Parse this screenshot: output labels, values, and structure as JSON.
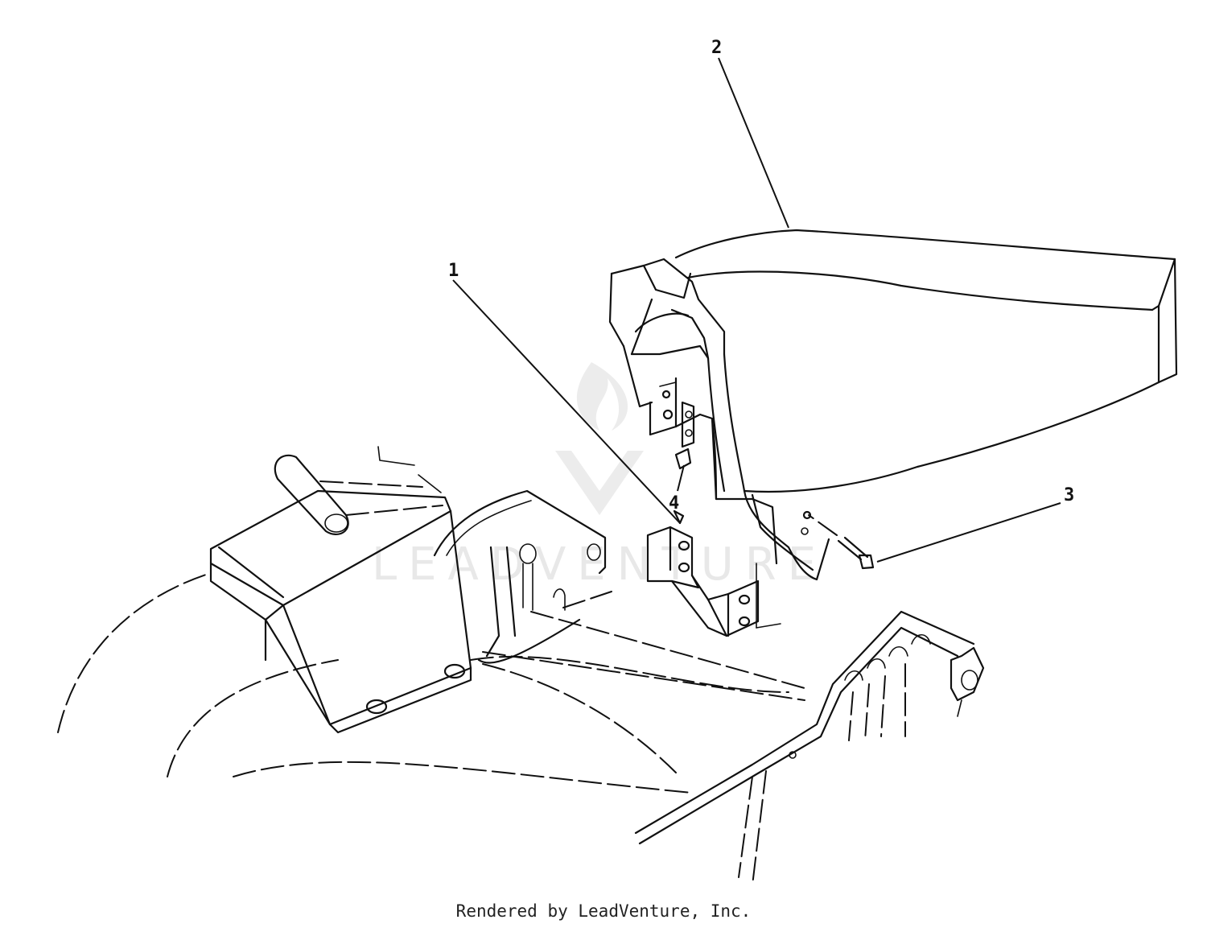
{
  "callouts": {
    "item_1": "1",
    "item_2": "2",
    "item_3": "3",
    "item_4": "4"
  },
  "credit": "Rendered by LeadVenture, Inc.",
  "watermark": {
    "text": "LEADVENTURE",
    "color": "#e8e8e8"
  },
  "colors": {
    "ink": "#111111",
    "background": "#ffffff"
  }
}
